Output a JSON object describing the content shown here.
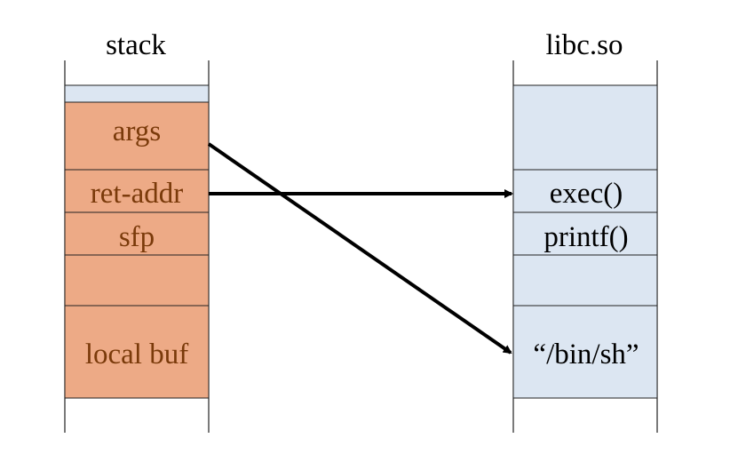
{
  "colors": {
    "stack_fill": "#edaa86",
    "stack_text": "#7a3a0a",
    "libc_fill": "#dce6f2",
    "border": "#222222",
    "arrow": "#000000"
  },
  "stack": {
    "title": "stack",
    "cells": [
      "",
      "args",
      "ret-addr",
      "sfp",
      "",
      "local buf"
    ]
  },
  "libc": {
    "title": "libc.so",
    "cells": [
      "",
      "exec()",
      "printf()",
      "",
      "“/bin/sh”"
    ]
  },
  "arrows": [
    {
      "from": "stack.ret-addr",
      "to": "libc.exec()"
    },
    {
      "from": "stack.args",
      "to": "libc.“/bin/sh”"
    }
  ]
}
